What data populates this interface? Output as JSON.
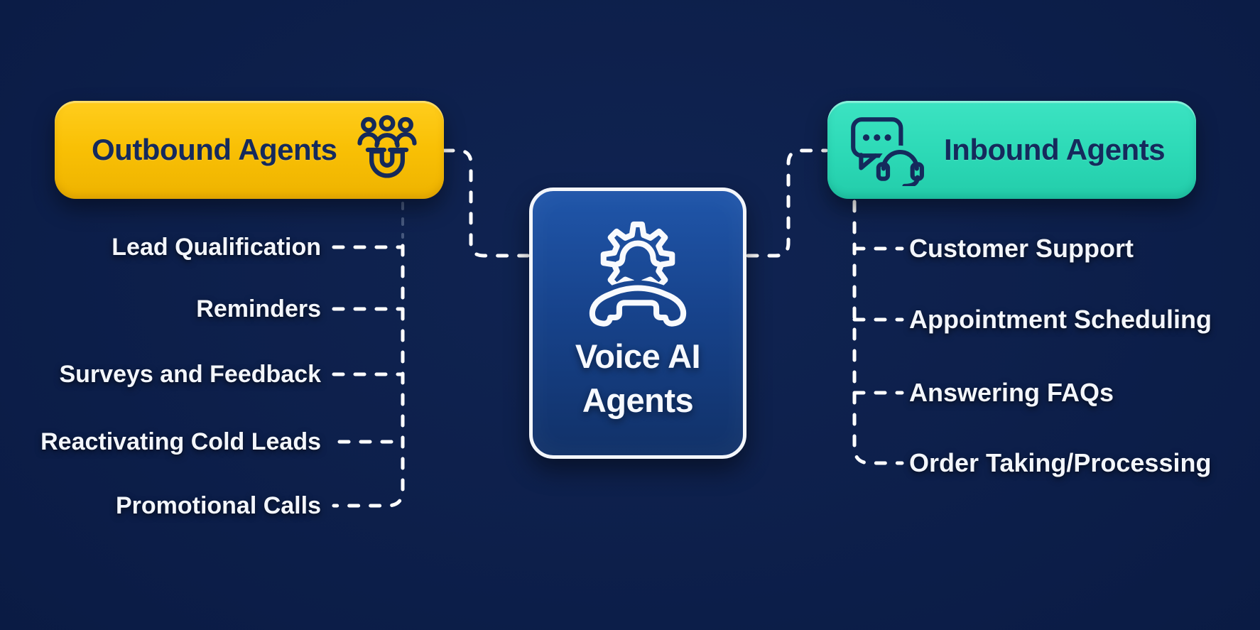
{
  "diagram": {
    "center": {
      "title_line1": "Voice AI",
      "title_line2": "Agents",
      "icon": "gear-phone-icon"
    },
    "outbound": {
      "title": "Outbound Agents",
      "icon": "team-magnet-icon",
      "items": [
        "Lead Qualification",
        "Reminders",
        "Surveys and Feedback",
        "Reactivating Cold Leads",
        "Promotional Calls"
      ]
    },
    "inbound": {
      "title": "Inbound Agents",
      "icon": "chat-headset-icon",
      "items": [
        "Customer Support",
        "Appointment Scheduling",
        "Answering FAQs",
        "Order Taking/Processing"
      ]
    },
    "colors": {
      "background": "#0b1c46",
      "outbound_accent": "#f9c005",
      "inbound_accent": "#2cd9b6",
      "center_top": "#2056aa",
      "center_bottom": "#113168",
      "connector": "#ffffff",
      "dark_text": "#152a5c",
      "light_text": "#f3f6fc"
    }
  }
}
